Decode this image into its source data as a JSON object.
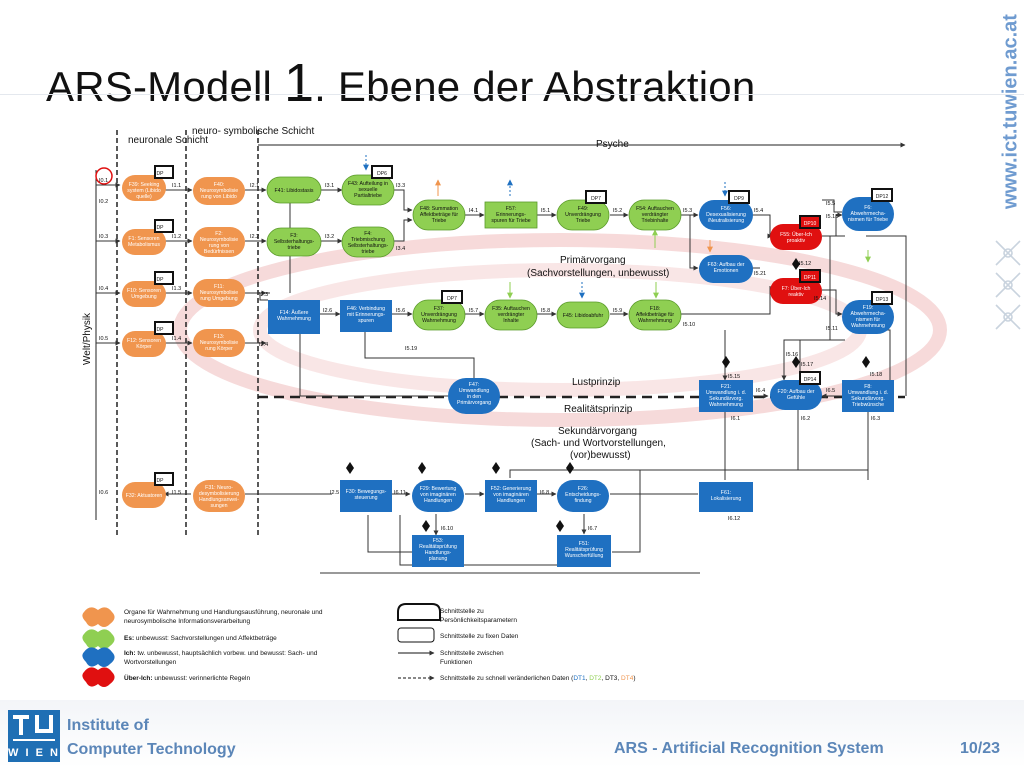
{
  "slide": {
    "title_prefix": "ARS-Modell ",
    "title_number": "1",
    "title_suffix": ". Ebene der Abstraktion",
    "side_url": "www.ict.tuwien.ac.at",
    "footer_institute_line1": "Institute of",
    "footer_institute_line2": "Computer Technology",
    "footer_right": "ARS - Artificial Recognition System",
    "page_number": "10/23"
  },
  "diagram": {
    "header_neuronale": "neuronale Schicht",
    "header_neurosym": "neuro- symbolische Schicht",
    "header_psyche": "Psyche",
    "side_label": "Welt/Physik",
    "primaervorgang": "Primärvorgang",
    "primaervorgang_sub": "(Sachvorstellungen, unbewusst)",
    "lustprinzip": "Lustprinzip",
    "realitaetsprinzip": "Realitätsprinzip",
    "sekundaervorgang": "Sekundärvorgang",
    "sekundaervorgang_sub1": "(Sach- und Wortvorstellungen,",
    "sekundaervorgang_sub2": "(vor)bewusst)",
    "nodes": {
      "F39": [
        "F39: Seeking",
        "system (Libido",
        "quelle)"
      ],
      "F40": [
        "F40:",
        "Neurosymbolisie",
        "rung von Libido"
      ],
      "F41": [
        "F41: Libidostasis"
      ],
      "F43": [
        "F43: Aufteilung in",
        "sexuelle",
        "Partialtriebe"
      ],
      "F1": [
        "F1: Sensoren",
        "Metabolismus"
      ],
      "F2": [
        "F2:",
        "Neurosymbolisie",
        "rung von",
        "Bedürfnissen"
      ],
      "F3": [
        "F3:",
        "Selbsterhaltungs-",
        "triebe"
      ],
      "F4": [
        "F4:",
        "Triebmischung",
        "Selbsterhaltungs-",
        "triebe"
      ],
      "F48": [
        "F48: Summation",
        "Affektbeträge für",
        "Triebe"
      ],
      "F57": [
        "F57:",
        "Erinnerungs-",
        "spuren für Triebe"
      ],
      "F49": [
        "F49:",
        "Unverdrängung",
        "Triebe"
      ],
      "F54": [
        "F54: Auftauchen",
        "verdrängter",
        "Triebinhalte"
      ],
      "F56": [
        "F56:",
        "Desexualisierung",
        "/Neutralisierung"
      ],
      "F55": [
        "F55: Über-Ich",
        "proaktiv"
      ],
      "F6": [
        "F6:",
        "Abwehrmecha-",
        "nismen für Triebe"
      ],
      "F63": [
        "F63: Aufbau der",
        "Emotionen"
      ],
      "F7": [
        "F7: Über-Ich",
        "reaktiv"
      ],
      "F10": [
        "F10: Sensoren",
        "Umgebung"
      ],
      "F11": [
        "F11:",
        "Neurosymbolisie",
        "rung Umgebung"
      ],
      "F14": [
        "F14: Äußere",
        "Wahrnehmung"
      ],
      "F46": [
        "F46: Verbindung",
        "mit Erinnerungs-",
        "spuren"
      ],
      "F37": [
        "F37:",
        "Unverdrängung",
        "Wahrnehmung"
      ],
      "F35": [
        "F35: Auftauchen",
        "verdrängter",
        "Inhalte"
      ],
      "F45": [
        "F45: Libidoabfuhr"
      ],
      "F18": [
        "F18:",
        "Affektbeträge für",
        "Wahrnehmung"
      ],
      "F19": [
        "F19:",
        "Abwehrmecha-",
        "nismen für",
        "Wahrnehmung"
      ],
      "F12": [
        "F12: Sensoren",
        "Körper"
      ],
      "F13": [
        "F13:",
        "Neurosymbolisie",
        "rung Körper"
      ],
      "F47": [
        "F47:",
        "Umwandlung",
        "in den",
        "Primärvorgang"
      ],
      "F21": [
        "F21:",
        "Umwandlung i. d.",
        "Sekundärvorg.",
        "Wahrnehmung"
      ],
      "F20": [
        "F20: Aufbau der",
        "Gefühle"
      ],
      "F8": [
        "F8:",
        "Umwandlung i. d.",
        "Sekundärvorg.",
        "Triebwünsche"
      ],
      "F32": [
        "F32: Aktuatoren"
      ],
      "F31": [
        "F31: Neuro-",
        "desymbolisierung",
        "Handlungsanwei-",
        "sungen"
      ],
      "F30": [
        "F30: Bewegungs-",
        "steuerung"
      ],
      "F29": [
        "F29: Bewertung",
        "von imaginären",
        "Handlungen"
      ],
      "F52": [
        "F52: Generierung",
        "von imaginären",
        "Handlungen"
      ],
      "F26": [
        "F26:",
        "Entscheidungs-",
        "findung"
      ],
      "F61": [
        "F61:",
        "Lokalisierung"
      ],
      "F53": [
        "F53:",
        "Realitätsprüfung",
        "Handlungs-",
        "planung"
      ],
      "F51": [
        "F51:",
        "Realitätsprüfung",
        "Wunscherfüllung"
      ]
    },
    "interfaces": {
      "I0.1": "I0.1",
      "I0.2": "I0.2",
      "I0.3": "I0.3",
      "I0.4": "I0.4",
      "I0.5": "I0.5",
      "I0.6": "I0.6",
      "I1.1": "I1.1",
      "I1.2": "I1.2",
      "I1.3": "I1.3",
      "I1.4": "I1.4",
      "I1.5": "I1.5",
      "I2.1": "I2.1",
      "I2.2": "I2.2",
      "I2.3": "I2.3",
      "I2.4": "I2.4",
      "I2.5": "I2.5",
      "I3.1": "I3.1",
      "I3.2": "I3.2",
      "I3.3": "I3.3",
      "I3.4": "I3.4",
      "I4.1": "I4.1",
      "I5.1": "I5.1",
      "I5.2": "I5.2",
      "I5.3": "I5.3",
      "I5.4": "I5.4",
      "I5.5": "I5.5",
      "I5.6": "I5.6",
      "I5.7": "I5.7",
      "I5.8": "I5.8",
      "I5.9": "I5.9",
      "I5.10": "I5.10",
      "I5.11": "I5.11",
      "I5.12": "I5.12",
      "I5.13": "I5.13",
      "I5.14": "I5.14",
      "I5.15": "I5.15",
      "I5.16": "I5.16",
      "I5.17": "I5.17",
      "I5.18": "I5.18",
      "I5.19": "I5.19",
      "I5.21": "I5.21",
      "I2.6": "I2.6",
      "I6.1": "I6.1",
      "I6.2": "I6.2",
      "I6.3": "I6.3",
      "I6.4": "I6.4",
      "I6.5": "I6.5",
      "I6.6": "I6.6",
      "I6.7": "I6.7",
      "I6.8": "I6.8",
      "I6.9": "I6.9",
      "I6.10": "I6.10",
      "I6.11": "I6.11",
      "I6.12": "I6.12"
    },
    "dp_labels": {
      "DP": "DP",
      "DP6": "DP6",
      "DP7": "DP7",
      "DP9": "DP9",
      "DP10": "DP10",
      "DP11": "DP11",
      "DP12": "DP12",
      "DP13": "DP13",
      "DP14": "DP14"
    },
    "legend": {
      "orange_line1": "Organe für Wahrnehmung und Handlungsausführung, neuronale und",
      "orange_line2": "neurosymbolische Informationsverarbeitung",
      "green_bold": "Es:",
      "green_text": " unbewusst: Sachvorstellungen und Affektbeträge",
      "blue_bold": "Ich:",
      "blue_text": " tw. unbewusst, hauptsächlich vorbew. und bewusst: Sach- und",
      "blue_line2": "Wortvorstellungen",
      "red_bold": "Über-Ich:",
      "red_text": " unbewusst: verinnerlichte Regeln",
      "if_personal_line1": "Schnittstelle zu",
      "if_personal_line2": "Persönlichkeitsparametern",
      "if_fixed": "Schnittstelle zu fixen Daten",
      "if_functions_line1": "Schnittstelle zwischen",
      "if_functions_line2": "Funktionen",
      "if_fast_prefix": "Schnittstelle zu schnell veränderlichen Daten (",
      "dt1": "DT1",
      "dt2": "DT2",
      "dt3": "DT3",
      "dt4": "DT4",
      "if_fast_suffix": ")"
    },
    "colors": {
      "orange": "#f0954e",
      "green": "#8fcf52",
      "blue": "#1f70c1",
      "red": "#e01010",
      "dt1": "#1f70c1",
      "dt2": "#8fcf52",
      "dt4": "#f0954e"
    }
  }
}
